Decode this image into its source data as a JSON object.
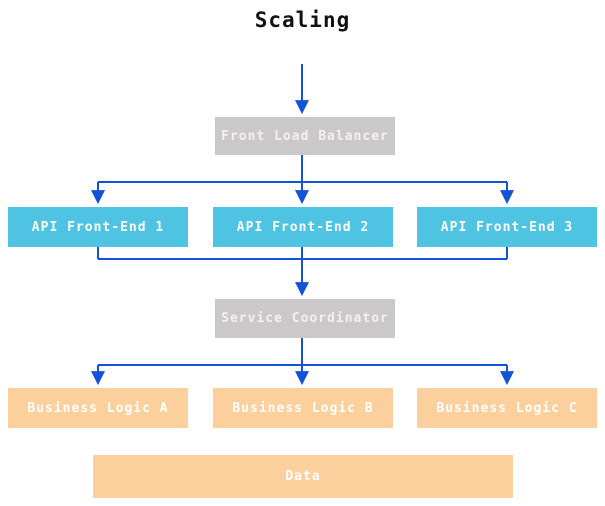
{
  "title": "Scaling",
  "colors": {
    "node_gray": "#cac8c8",
    "node_cyan": "#4fc3e2",
    "node_orange": "#fcd09d",
    "arrow_blue": "#1353d8"
  },
  "nodes": {
    "load_balancer": {
      "label": "Front Load Balancer"
    },
    "api1": {
      "label": "API Front-End 1"
    },
    "api2": {
      "label": "API Front-End 2"
    },
    "api3": {
      "label": "API Front-End 3"
    },
    "coordinator": {
      "label": "Service Coordinator"
    },
    "logic_a": {
      "label": "Business Logic A"
    },
    "logic_b": {
      "label": "Business Logic B"
    },
    "logic_c": {
      "label": "Business Logic C"
    },
    "data_store": {
      "label": "Data"
    }
  }
}
